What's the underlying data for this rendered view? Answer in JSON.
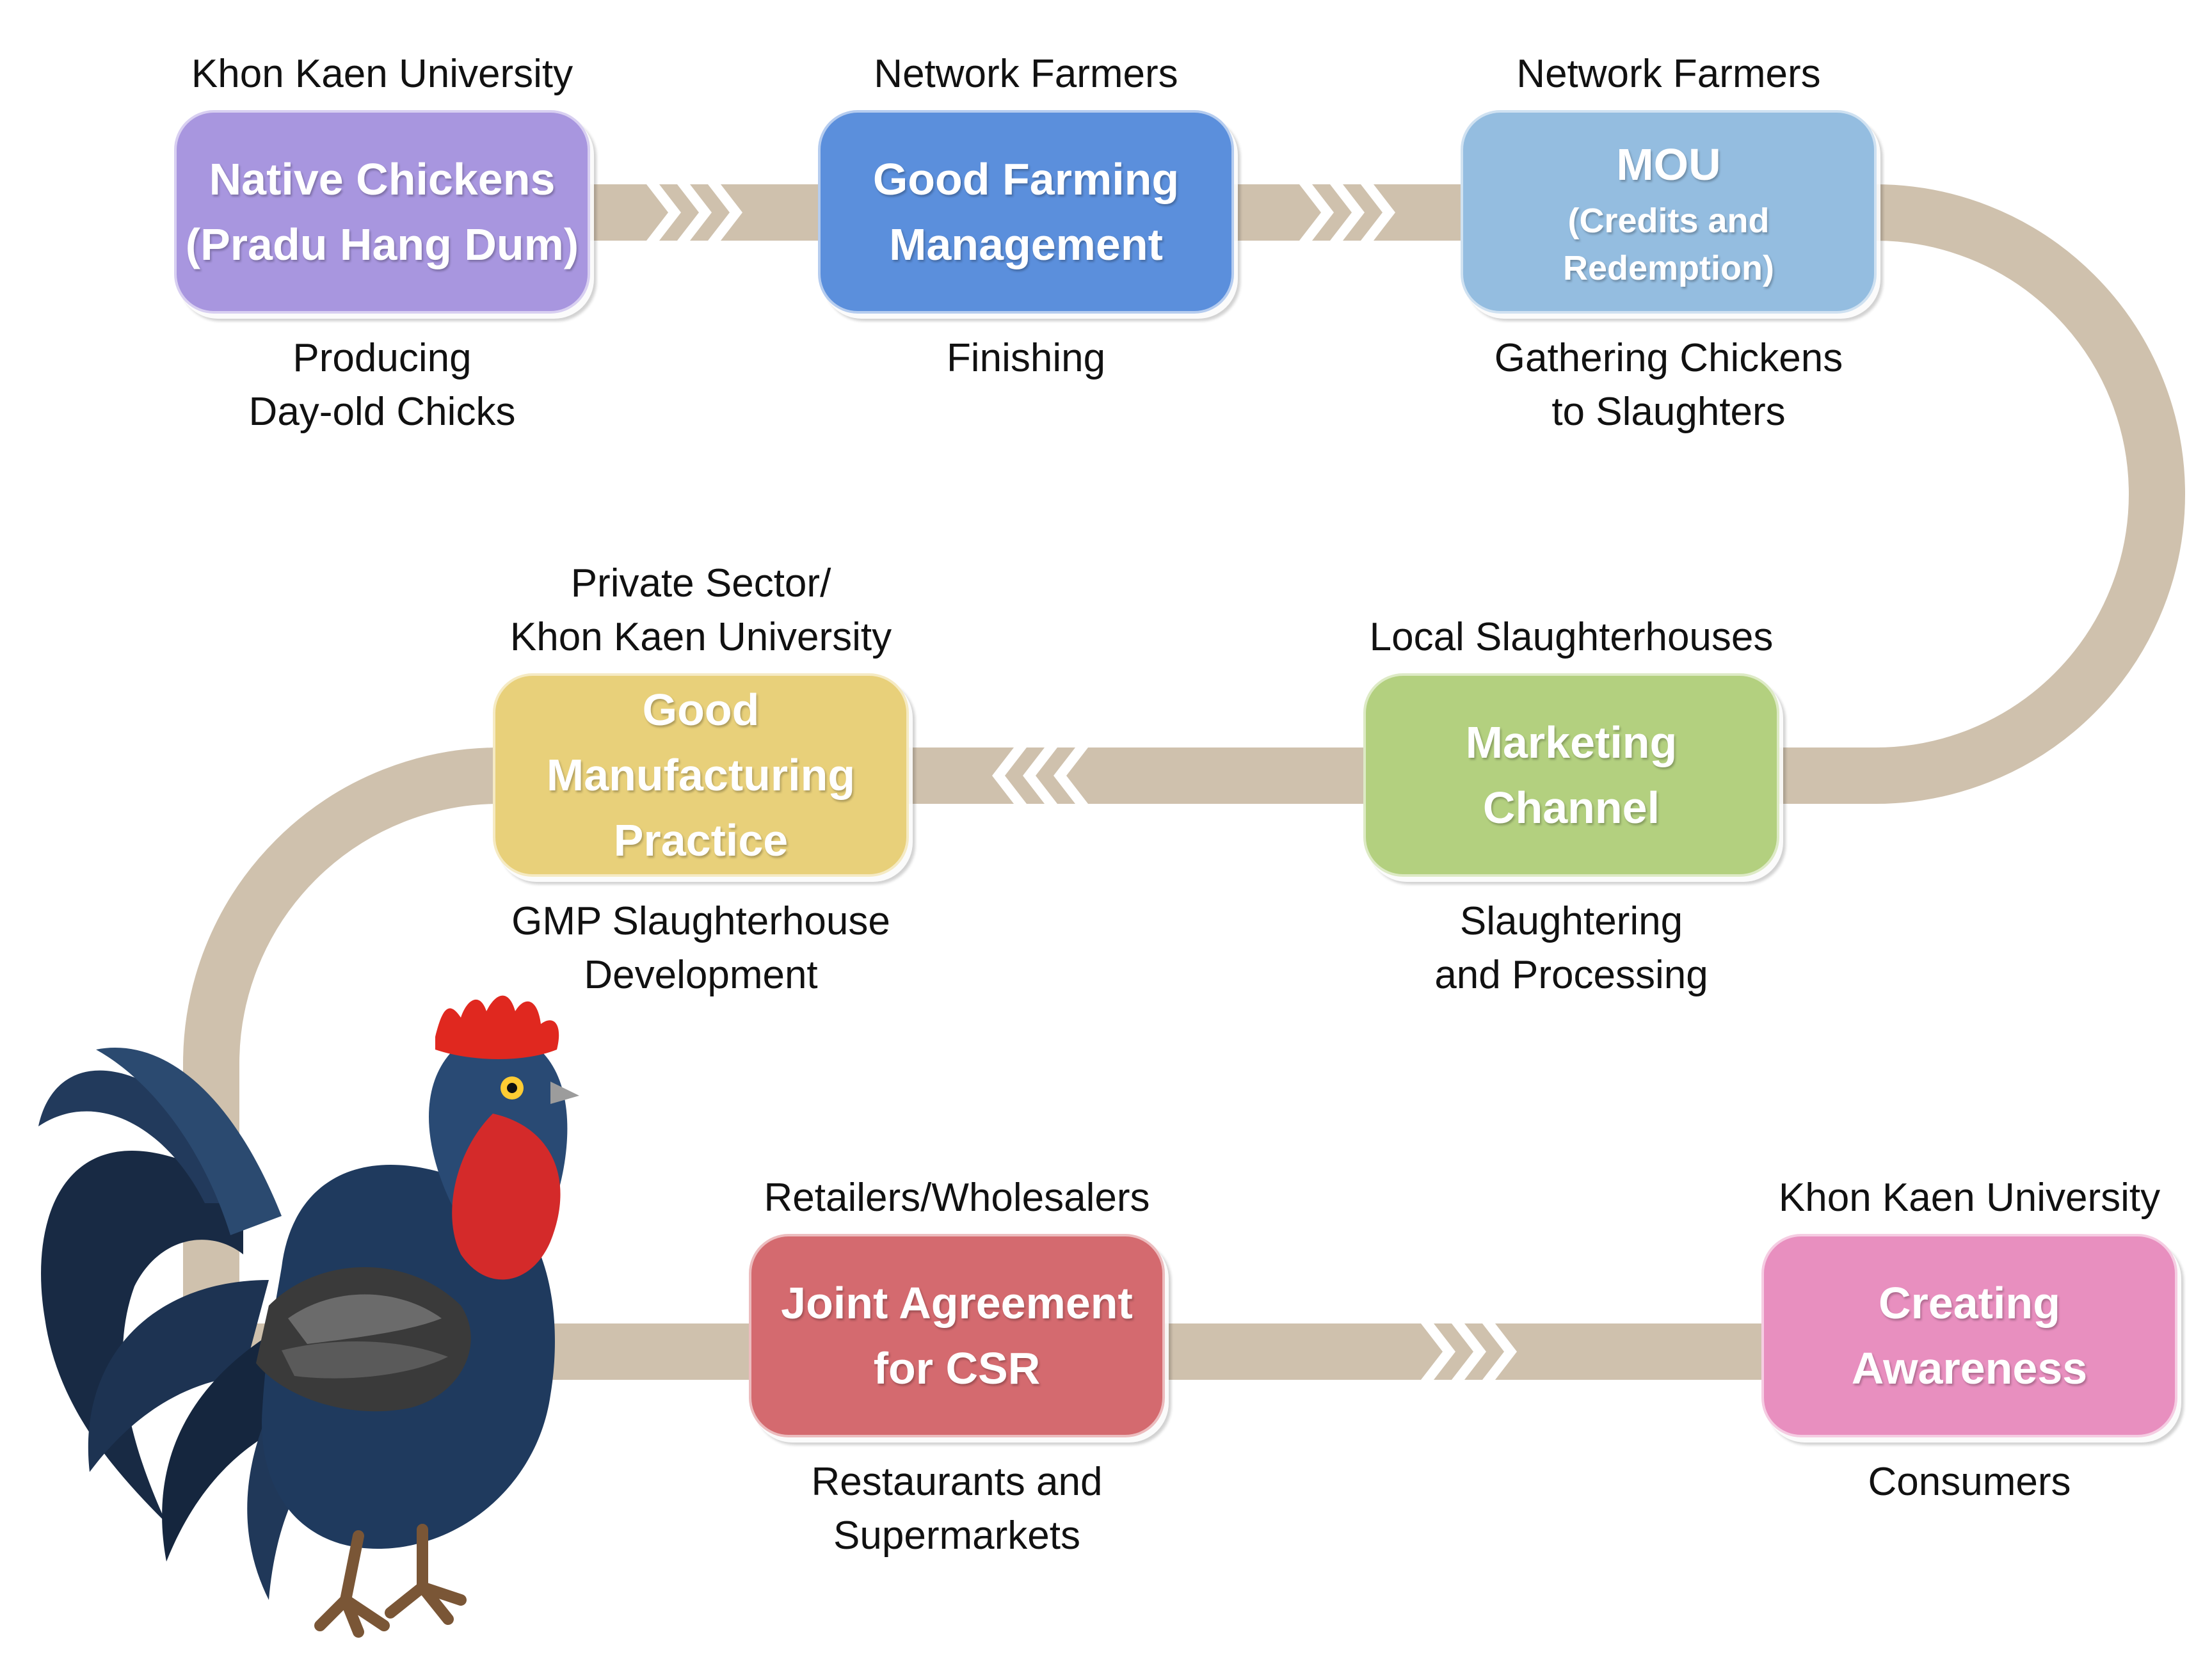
{
  "colors": {
    "track": "#cfc1ad",
    "chevron": "#ffffff",
    "purple": "#a896df",
    "blue": "#5b8fdc",
    "lightblue": "#94bde0",
    "yellow": "#e8d07a",
    "green": "#b3d07f",
    "red": "#d46a6f",
    "pink": "#e88fbf"
  },
  "steps": [
    {
      "actor": "Khon Kaen University",
      "title": "Native Chickens\n(Pradu Hang Dum)",
      "subtitle": "",
      "description": "Producing\nDay-old Chicks",
      "color": "purple"
    },
    {
      "actor": "Network Farmers",
      "title": "Good Farming\nManagement",
      "subtitle": "",
      "description": "Finishing",
      "color": "blue"
    },
    {
      "actor": "Network Farmers",
      "title": "MOU",
      "subtitle": "(Credits and Redemption)",
      "description": "Gathering Chickens\nto Slaughters",
      "color": "lightblue"
    },
    {
      "actor": "Private Sector/\nKhon Kaen University",
      "title": "Good\nManufacturing\nPractice",
      "subtitle": "",
      "description": "GMP Slaughterhouse\nDevelopment",
      "color": "yellow"
    },
    {
      "actor": "Local Slaughterhouses",
      "title": "Marketing\nChannel",
      "subtitle": "",
      "description": "Slaughtering\nand Processing",
      "color": "green"
    },
    {
      "actor": "Retailers/Wholesalers",
      "title": "Joint Agreement\nfor CSR",
      "subtitle": "",
      "description": "Restaurants and\nSupermarkets",
      "color": "red"
    },
    {
      "actor": "Khon Kaen University",
      "title": "Creating\nAwareness",
      "subtitle": "",
      "description": "Consumers",
      "color": "pink"
    }
  ],
  "illustration": "rooster-icon"
}
